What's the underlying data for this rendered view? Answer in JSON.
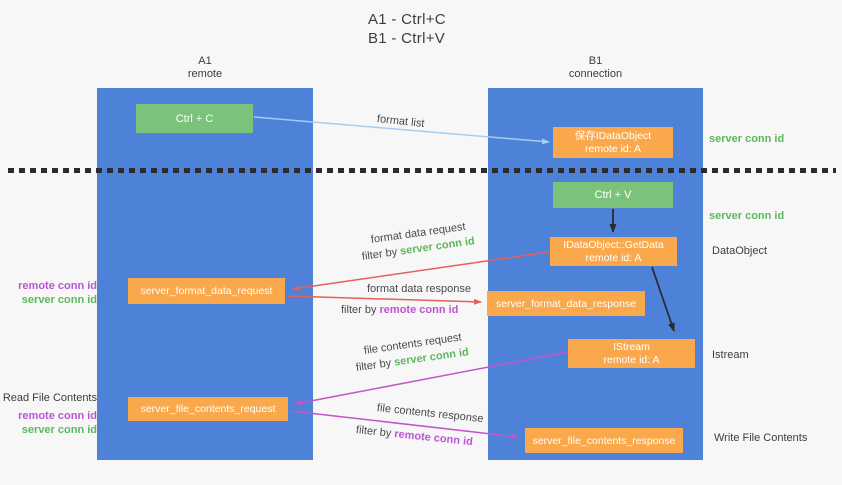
{
  "title": {
    "line1": "A1 - Ctrl+C",
    "line2": "B1 - Ctrl+V"
  },
  "columns": {
    "a1": {
      "name": "A1",
      "subtitle": "remote"
    },
    "b1": {
      "name": "B1",
      "subtitle": "connection"
    }
  },
  "nodes": {
    "ctrl_c": {
      "label": "Ctrl + C"
    },
    "ctrl_v": {
      "label": "Ctrl + V"
    },
    "save_idataobject": {
      "line1": "保存IDataObject",
      "line2": "remote id: A"
    },
    "idataobject_getdata": {
      "line1": "IDataObject::GetData",
      "line2": "remote id: A"
    },
    "istream": {
      "line1": "IStream",
      "line2": "remote id: A"
    },
    "server_format_data_request": {
      "label": "server_format_data_request"
    },
    "server_format_data_response": {
      "label": "server_format_data_response"
    },
    "server_file_contents_request": {
      "label": "server_file_contents_request"
    },
    "server_file_contents_response": {
      "label": "server_file_contents_response"
    }
  },
  "arrow_labels": {
    "format_list": "format list",
    "format_data_request": "format data request",
    "format_data_response": "format data response",
    "file_contents_request": "file contents request",
    "file_contents_response": "file contents response",
    "filter_by": "filter by"
  },
  "annotations": {
    "server_conn_id": "server conn id",
    "remote_conn_id": "remote conn id",
    "dataobject": "DataObject",
    "istream": "Istream",
    "read_file_contents": "Read File Contents",
    "write_file_contents": "Write File Contents"
  },
  "colors": {
    "bg": "#f7f7f7",
    "column_blue": "#4d82d8",
    "box_green": "#7bc37b",
    "box_orange": "#f9a84c",
    "text_dark": "#3d3d3d",
    "green_id": "#5cb85f",
    "purple_id": "#bb55d4",
    "arrow_red": "#e5605b",
    "arrow_magenta": "#c455c8",
    "arrow_lightblue": "#a5cdf0",
    "arrow_black": "#2b2b2b"
  }
}
